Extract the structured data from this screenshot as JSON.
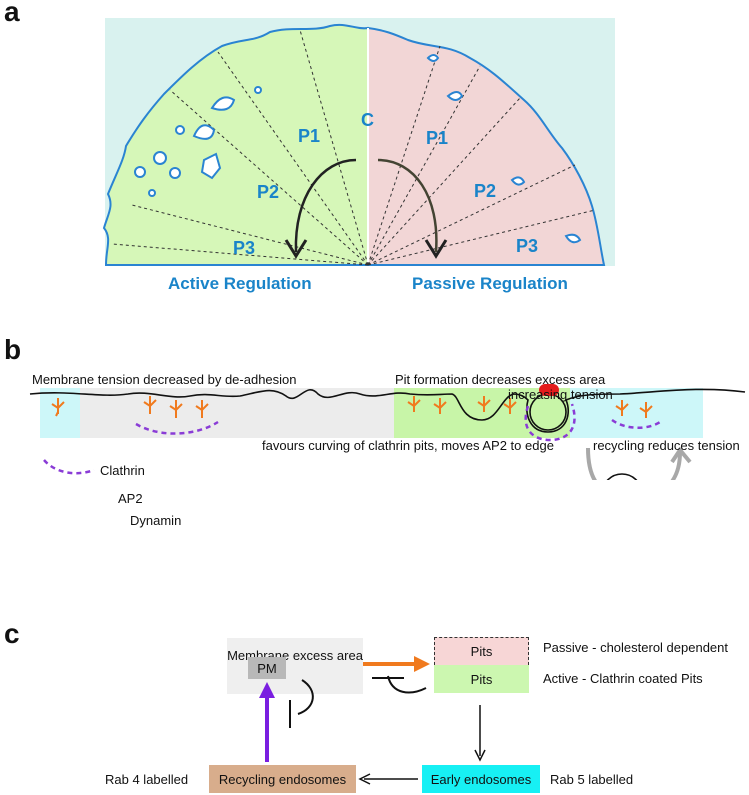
{
  "panels": {
    "a": "a",
    "b": "b",
    "c": "c"
  },
  "panel_a": {
    "center_label": "C",
    "left": {
      "p1": "P1",
      "p2": "P2",
      "p3": "P3",
      "title": "Active Regulation"
    },
    "right": {
      "p1": "P1",
      "p2": "P2",
      "p3": "P3",
      "title": "Passive Regulation"
    },
    "colors": {
      "background": "#d9f2ef",
      "active": "#d6f7b8",
      "passive": "#f2d6d6",
      "outline": "#2a84d2",
      "label": "#1a84c9"
    }
  },
  "panel_b": {
    "text_tension_decreased": "Membrane  tension  decreased by de-adhesion",
    "text_pit_formation": "Pit formation decreases excess area",
    "text_increasing_tension": "increasing tension",
    "text_favours": "favours curving of clathrin pits, moves AP2 to edge",
    "text_recycling": "recycling reduces tension",
    "legend": {
      "clathrin": "Clathrin",
      "ap2": "AP2",
      "dynamin": "Dynamin"
    },
    "colors": {
      "cyan": "#cdf7f9",
      "grey": "#ececec",
      "green": "#c8f5a8",
      "clathrin": "#8a3cd6",
      "ap2": "#f07a1e",
      "dynamin": "#e41c1c"
    }
  },
  "panel_c": {
    "membrane_excess_area": "Membrane excess area",
    "pm": "PM",
    "pits_passive": "Pits",
    "pits_active": "Pits",
    "passive_note": "Passive - cholesterol dependent",
    "active_note": "Active -  Clathrin coated Pits",
    "early_endosomes": "Early endosomes",
    "recycling_endosomes": "Recycling endosomes",
    "rab4": "Rab 4 labelled",
    "rab5": "Rab 5 labelled",
    "colors": {
      "membrane_box": "#efefef",
      "pm_box": "#b8b8b8",
      "pits_passive": "#f7d6d6",
      "pits_active": "#ccf7b0",
      "early": "#17f0f4",
      "recycling": "#d8ad8c",
      "orange_arrow": "#f07a1e",
      "purple_arrow": "#7a1ee0"
    }
  }
}
